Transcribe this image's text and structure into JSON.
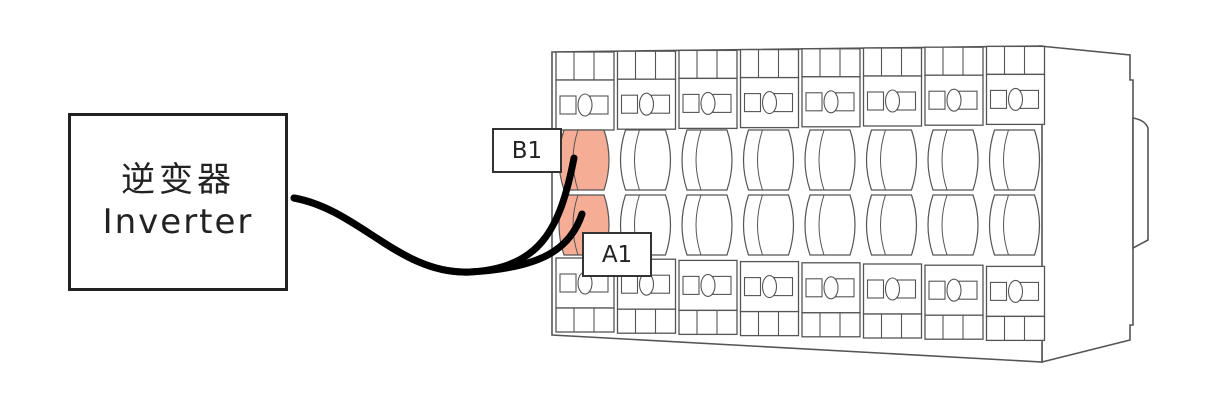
{
  "inverter": {
    "label_cn": "逆变器",
    "label_en": "Inverter"
  },
  "terminals": {
    "b1_label": "B1",
    "a1_label": "A1",
    "module_count": 8
  },
  "colors": {
    "highlight": "#F5AD96",
    "outline": "#555555",
    "cable": "#000000",
    "box_border": "#222222"
  }
}
